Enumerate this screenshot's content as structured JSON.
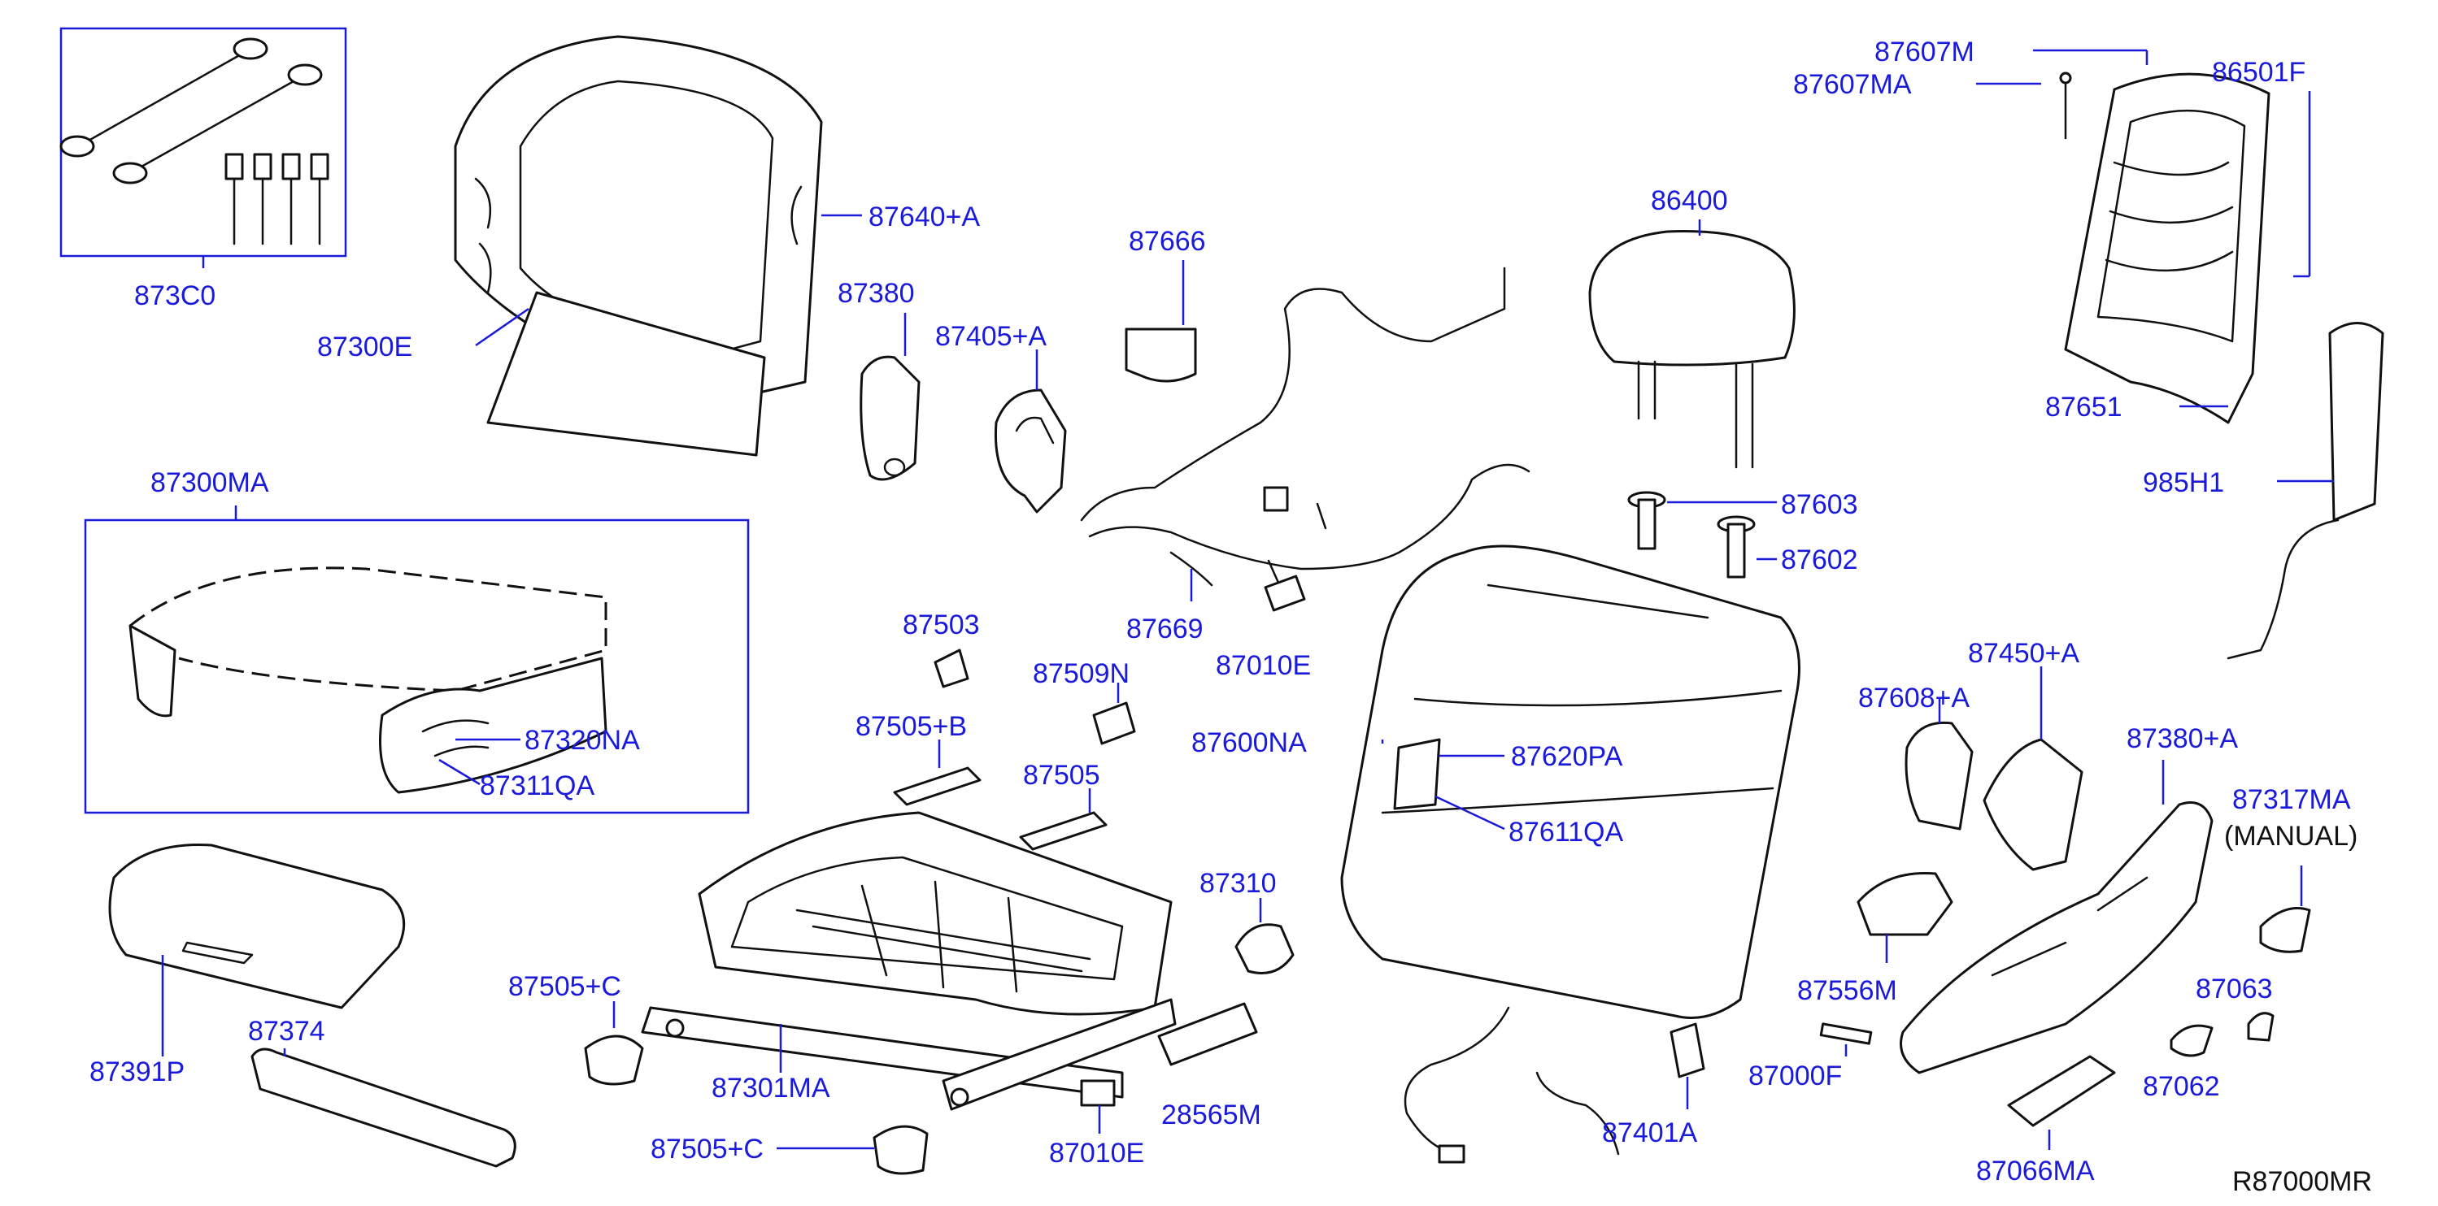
{
  "diagram": {
    "code": "R87000MR",
    "labels": [
      "873C0",
      "87640+A",
      "87300E",
      "87380",
      "87666",
      "87405+A",
      "86400",
      "87607M",
      "87607MA",
      "86501F",
      "87651",
      "985H1",
      "87300MA",
      "87320NA",
      "87311QA",
      "87603",
      "87602",
      "87503",
      "87669",
      "87010E",
      "87509N",
      "87505+B",
      "87505",
      "87600NA",
      "87620PA",
      "87611QA",
      "87608+A",
      "87450+A",
      "87380+A",
      "87317MA",
      "(MANUAL)",
      "87391P",
      "87374",
      "87505+C",
      "87301MA",
      "87310",
      "28565M",
      "87505+C",
      "87010E",
      "87556M",
      "87000F",
      "87401A",
      "87063",
      "87062",
      "87066MA"
    ]
  }
}
